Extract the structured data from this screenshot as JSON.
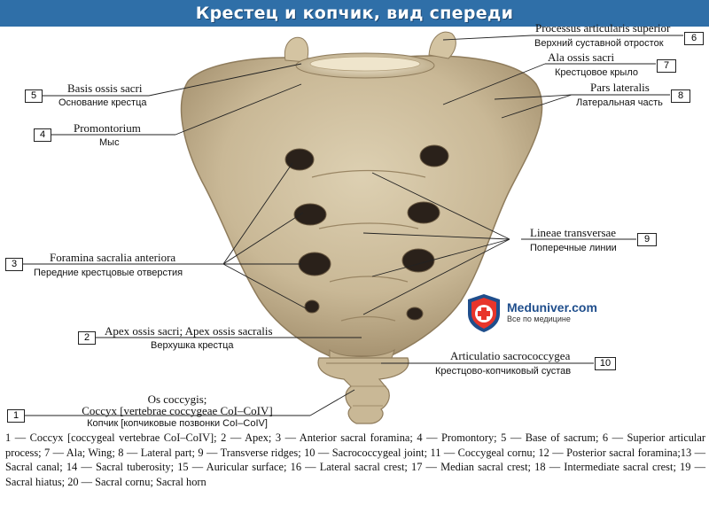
{
  "title": "Крестец и копчик, вид спереди",
  "colors": {
    "title_bar": "#2f6fa8",
    "bone": "#c9b896",
    "bone_dark": "#8f7c5c",
    "foramen": "#2a211a"
  },
  "labels": [
    {
      "num": "1",
      "latin": "Os coccygis;",
      "latin2": "Coccyx [vertebrae coccygeae CoI–CoIV]",
      "russian": "Копчик [копчиковые позвонки CoI–CoIV]"
    },
    {
      "num": "2",
      "latin": "Apex ossis sacri; Apex ossis sacralis",
      "russian": "Верхушка крестца"
    },
    {
      "num": "3",
      "latin": "Foramina sacralia anteriora",
      "russian": "Передние крестцовые отверстия"
    },
    {
      "num": "4",
      "latin": "Promontorium",
      "russian": "Мыс"
    },
    {
      "num": "5",
      "latin": "Basis ossis sacri",
      "russian": "Основание крестца"
    },
    {
      "num": "6",
      "latin": "Processus articularis superior",
      "russian": "Верхний суставной отросток"
    },
    {
      "num": "7",
      "latin": "Ala ossis sacri",
      "russian": "Крестцовое крыло"
    },
    {
      "num": "8",
      "latin": "Pars lateralis",
      "russian": "Латеральная часть"
    },
    {
      "num": "9",
      "latin": "Lineae transversae",
      "russian": "Поперечные линии"
    },
    {
      "num": "10",
      "latin": "Articulatio sacrococcygea",
      "russian": "Крестцово-копчиковый сустав"
    }
  ],
  "watermark": {
    "name": "Meduniver.com",
    "tagline": "Все по медицине"
  },
  "legend": "1 — Coccyx [coccygeal vertebrae CoI–CoIV]; 2 — Apex; 3 — Anterior sacral foramina; 4 — Promontory; 5 — Base of sacrum; 6 — Superior articular process; 7 — Ala; Wing; 8 — Lateral part; 9 — Transverse ridges; 10 — Sacrococcygeal joint; 11 — Coccygeal cornu; 12 — Posterior sacral foramina;13 — Sacral canal; 14 — Sacral tuberosity; 15 — Auricular surface; 16 — Lateral sacral crest; 17 — Median sacral crest; 18 — Intermediate sacral crest; 19 — Sacral hiatus; 20 — Sacral cornu; Sacral horn"
}
